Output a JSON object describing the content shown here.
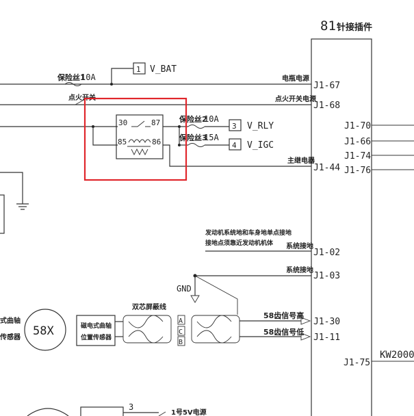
{
  "header": {
    "pin_count": "81",
    "connector_label": "针接插件"
  },
  "fuses": {
    "f1_name": "保险丝1",
    "f1_rating": "10A",
    "f2_name": "保险丝2",
    "f2_rating": "10A",
    "f3_name": "保险丝3",
    "f3_rating": "15A"
  },
  "switch_label": "点火开关",
  "relay": {
    "p30": "30",
    "p87": "87",
    "p85": "85",
    "p86": "86"
  },
  "terminals": [
    {
      "num": "1",
      "signal": "V_BAT"
    },
    {
      "num": "3",
      "signal": "V_RLY"
    },
    {
      "num": "4",
      "signal": "V_IGC"
    }
  ],
  "signal_labels": {
    "battery": "电瓶电源",
    "ignition": "点火开关电源",
    "main_relay": "主继电器",
    "sys_ground_1": "系统接地",
    "sys_ground_2": "系统接地",
    "sig_high": "58齿信号高",
    "sig_low": "58齿信号低",
    "note_line1": "发动机系统地和车身地单点接地",
    "note_line2": "接地点须靠近发动机机体"
  },
  "pins_right": [
    "J1-67",
    "J1-68",
    "J1-44",
    "J1-02",
    "J1-03",
    "J1-30",
    "J1-11",
    "J1-75"
  ],
  "pins_left": [
    "J1-70",
    "J1-66",
    "J1-74",
    "J1-76"
  ],
  "ground_label": "GND",
  "shield_label": "双芯屏蔽线",
  "sensor": {
    "badge": "58X",
    "box_line1": "磁电式曲轴",
    "box_line2": "位置传感器",
    "side_line1": "式曲轴",
    "side_line2": "传感器"
  },
  "plug_pins": [
    "A",
    "C",
    "B"
  ],
  "bottom": {
    "num": "3",
    "label": "1号5V电源"
  },
  "ecu_label": "KW2000"
}
